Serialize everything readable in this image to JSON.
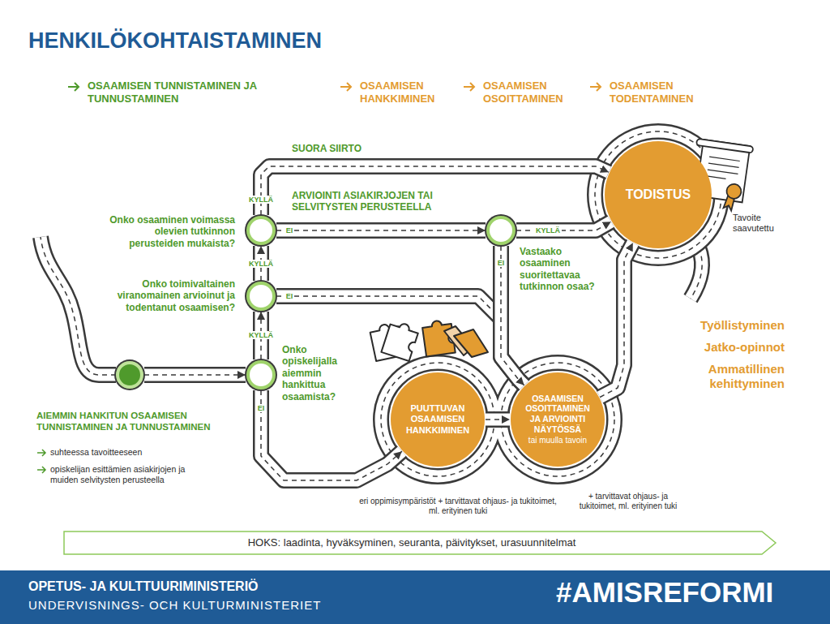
{
  "diagram": {
    "title": "HENKILÖKOHTAISTAMINEN",
    "nodes": [
      {
        "text": [
          "Onko osaaminen voimassa olevien tutkinnon perusteiden mukaista?"
        ]
      },
      {
        "text": [
          "TODISTUS"
        ]
      },
      {
        "text": [
          "Vastaako osaaminen suoritettavaa tutkinnon osaa?"
        ]
      },
      {
        "text": [
          "Onko toimivaltainen viranomainen arvioinut ja todentanut osaamisen?"
        ]
      },
      {
        "text": [
          "Onko opiskelijalla aiemmin hankittua osaamista?"
        ]
      },
      {
        "text": [
          "AIEMMIN HANKITUN OSAAMISEN TUNNISTAMINEN JA TUNNUSTAMINEN"
        ]
      },
      {
        "text": [
          "PUUTTUVAN OSAAMISEN HANKKIMINEN"
        ]
      },
      {
        "text": [
          "OSAAMISEN OSOITTAMINEN JA ARVIOINTI NÄYTÖSSÄ",
          "tai muulla tavoin"
        ]
      },
      {
        "text": [
          "HOKS: laadinta, hyväksyminen, seuranta, päivitykset, urasuunnitelmat"
        ]
      }
    ],
    "edges": [
      {
        "from": 5,
        "to": 4,
        "arrow": "to"
      },
      {
        "from": 4,
        "to": 3,
        "arrow": "to"
      },
      {
        "from": 3,
        "to": 0,
        "arrow": "to"
      },
      {
        "from": 0,
        "to": 1,
        "arrow": "to"
      },
      {
        "from": 0,
        "to": 2,
        "arrow": "to"
      },
      {
        "from": 3,
        "to": 7,
        "arrow": "to"
      },
      {
        "from": 4,
        "to": 6,
        "arrow": "to"
      },
      {
        "from": 2,
        "to": 7,
        "arrow": "to"
      },
      {
        "from": 2,
        "to": 1,
        "arrow": "to"
      },
      {
        "from": 6,
        "to": 7,
        "arrow": "to"
      },
      {
        "from": 7,
        "to": 1,
        "arrow": "to"
      }
    ],
    "labels": [
      "OSAAMISEN TUNNISTAMINEN JA TUNNUSTAMINEN",
      "OSAAMISEN HANKKIMINEN",
      "OSAAMISEN OSOITTAMINEN",
      "OSAAMISEN TODENTAMINEN",
      "SUORA SIIRTO",
      "ARVIOINTI ASIAKIRJOJEN TAI SELVITYSTEN PERUSTEELLA",
      "KYLLÄ",
      "EI",
      "KYLLÄ",
      "KYLLÄ",
      "EI",
      "EI",
      "KYLLÄ",
      "EI",
      "Tavoite saavutettu",
      "Työllistyminen",
      "Jatko-opinnot",
      "Ammatillinen kehittyminen",
      "suhteessa tavoitteeseen",
      "opiskelijan esittämien asiakirjojen ja muiden selvitysten perusteella",
      "eri oppimisympäristöt + tarvittavat ohjaus- ja tukitoimet, ml. erityinen tuki",
      "+ tarvittavat ohjaus- ja tukitoimet, ml. erityinen tuki",
      "OPETUS- JA KULTTUURIMINISTERIÖ",
      "UNDERVISNINGS- OCH KULTURMINISTERIET",
      "#AMISREFORMI"
    ]
  }
}
